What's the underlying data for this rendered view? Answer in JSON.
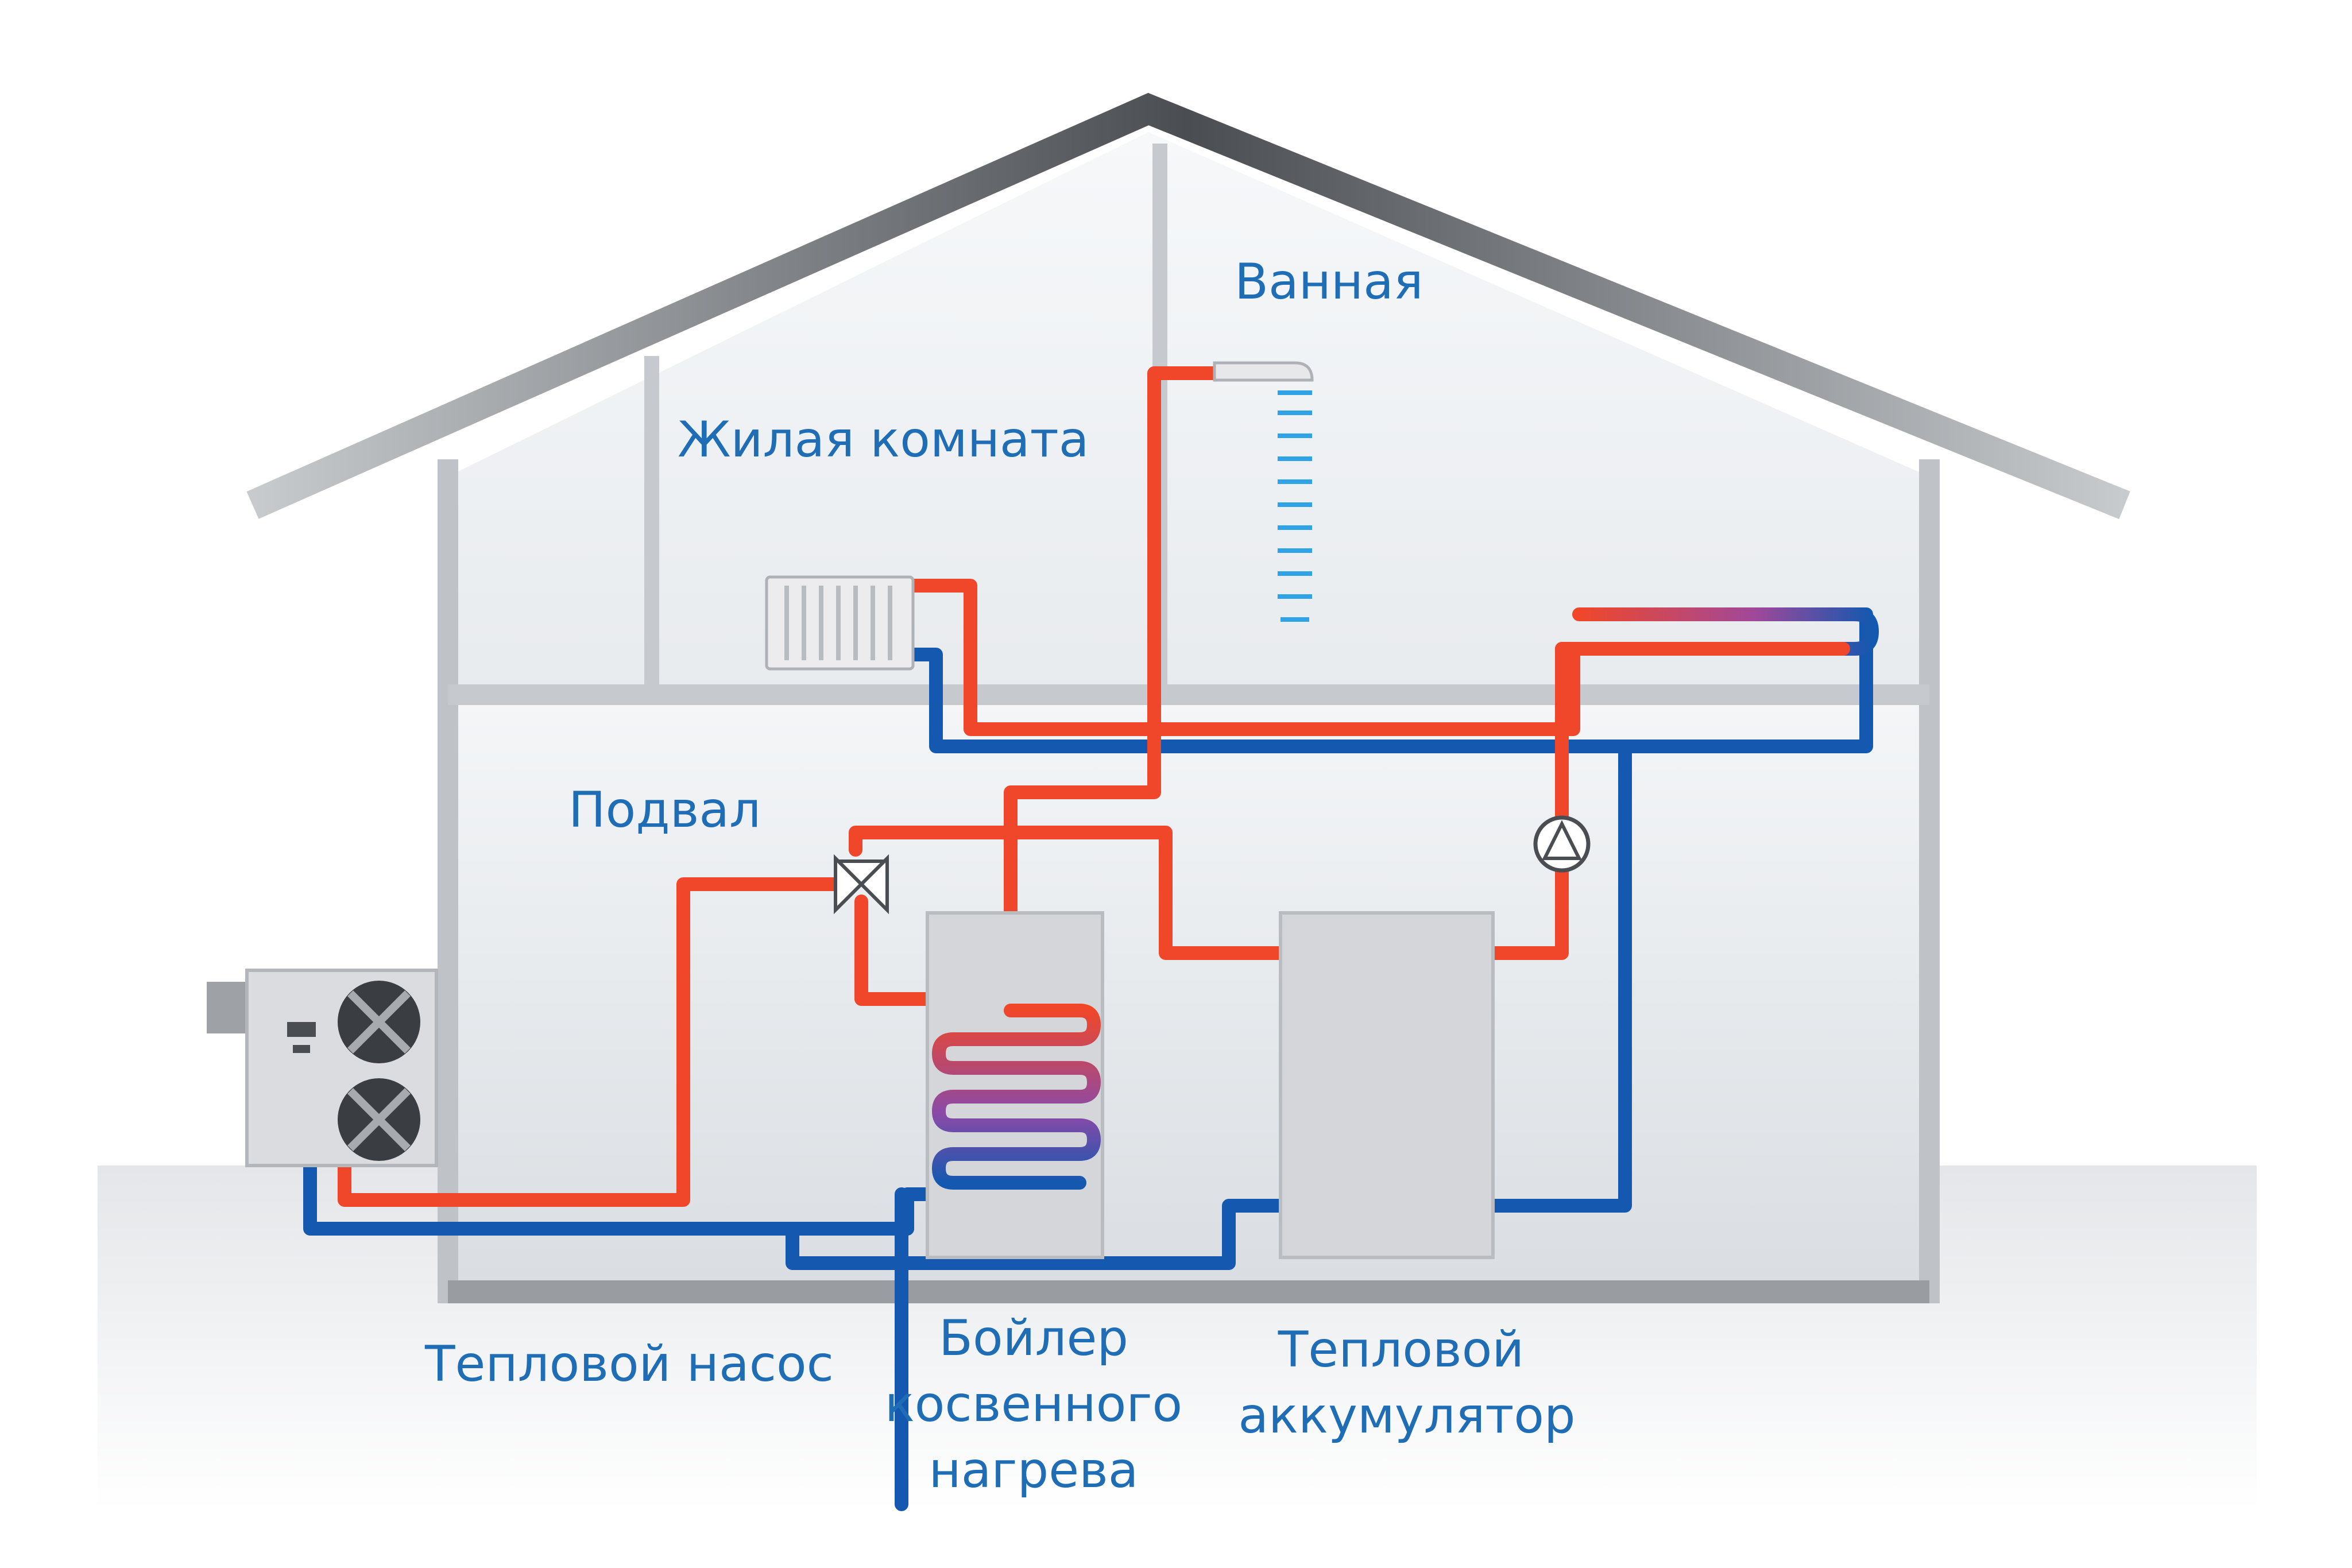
{
  "labels": {
    "bathroom": "Ванная",
    "living_room": "Жилая комната",
    "basement": "Подвал",
    "heat_pump": "Тепловой насос",
    "boiler": [
      "Бойлер",
      "косвенного",
      "нагрева"
    ],
    "accumulator": [
      "Тепловой",
      "аккумулятор"
    ]
  },
  "colors": {
    "hot_pipe": "#f0472a",
    "cold_pipe": "#1458b0",
    "label_text": "#1f6db5",
    "roof": "#55585c",
    "wall": "#c6c9cd",
    "tank": "#d4d6d9",
    "shower_drops": "#2fa3e6"
  },
  "icons": [
    "heat-pump-unit",
    "fan-icon",
    "radiator-icon",
    "shower-head-icon",
    "three-way-valve-icon",
    "circulation-pump-icon"
  ]
}
